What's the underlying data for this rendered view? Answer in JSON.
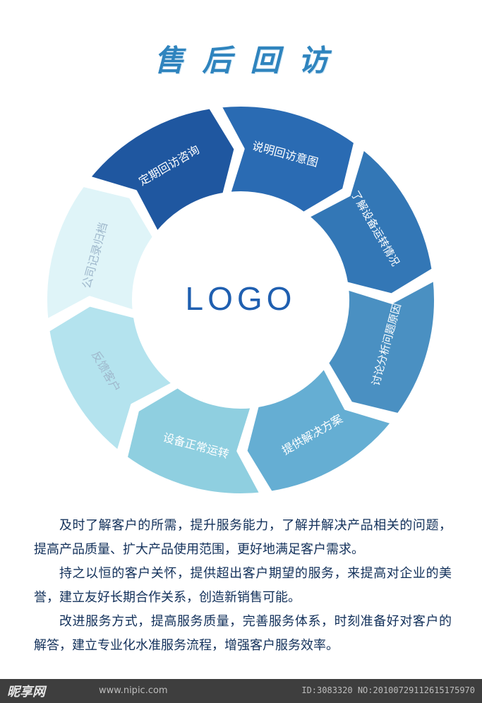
{
  "title": "售后回访",
  "diagram": {
    "center_label": "LOGO",
    "steps": [
      {
        "label": "定期回访咨询",
        "color": "#1f57a0"
      },
      {
        "label": "说明回访意图",
        "color": "#2a6bb3"
      },
      {
        "label": "了解设备运转情况",
        "color": "#3377b6"
      },
      {
        "label": "讨论分析问题原因",
        "color": "#4a90c2"
      },
      {
        "label": "提供解决方案",
        "color": "#65aed3"
      },
      {
        "label": "设备正常运转",
        "color": "#8fcfe0"
      },
      {
        "label": "反馈客户",
        "color": "#b4e3ee"
      },
      {
        "label": "公司记录归档",
        "color": "#dff4f8"
      }
    ]
  },
  "paragraphs": [
    "及时了解客户的所需，提升服务能力，了解并解决产品相关的问题，提高产品质量、扩大产品使用范围，更好地满足客户需求。",
    "持之以恒的客户关怀，提供超出客户期望的服务，来提高对企业的美誉，建立友好长期合作关系，创造新销售可能。",
    "改进服务方式，提高服务质量，完善服务体系，时刻准备好对客户的解答，建立专业化水准服务流程，增强客户服务效率。"
  ],
  "footer": {
    "logo": "昵享网",
    "url": "www.nipic.com",
    "id_text": "ID:3083320 NO:20100729112615175970"
  }
}
